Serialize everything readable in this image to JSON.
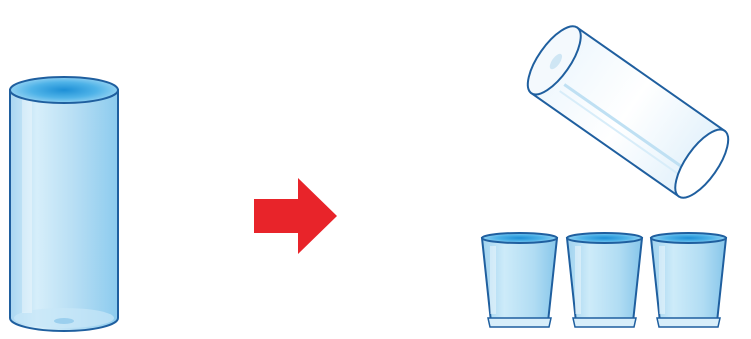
{
  "scene": {
    "full_cylinder": {
      "liquid": "water",
      "fill_level": 1.0
    },
    "arrow": {
      "direction": "right"
    },
    "poured_cylinder": {
      "state": "tilted",
      "fill_level": 0.0
    },
    "cups": [
      {
        "fill_level": 0.9
      },
      {
        "fill_level": 0.9
      },
      {
        "fill_level": 0.9
      }
    ]
  },
  "colors": {
    "outline": "#1f5f9f",
    "water": "#bfe3f7",
    "water_deep": "#7fc4ec",
    "water_surface": "#3fa9e0",
    "arrow": "#e8242a",
    "glass": "#f2f8fc"
  }
}
